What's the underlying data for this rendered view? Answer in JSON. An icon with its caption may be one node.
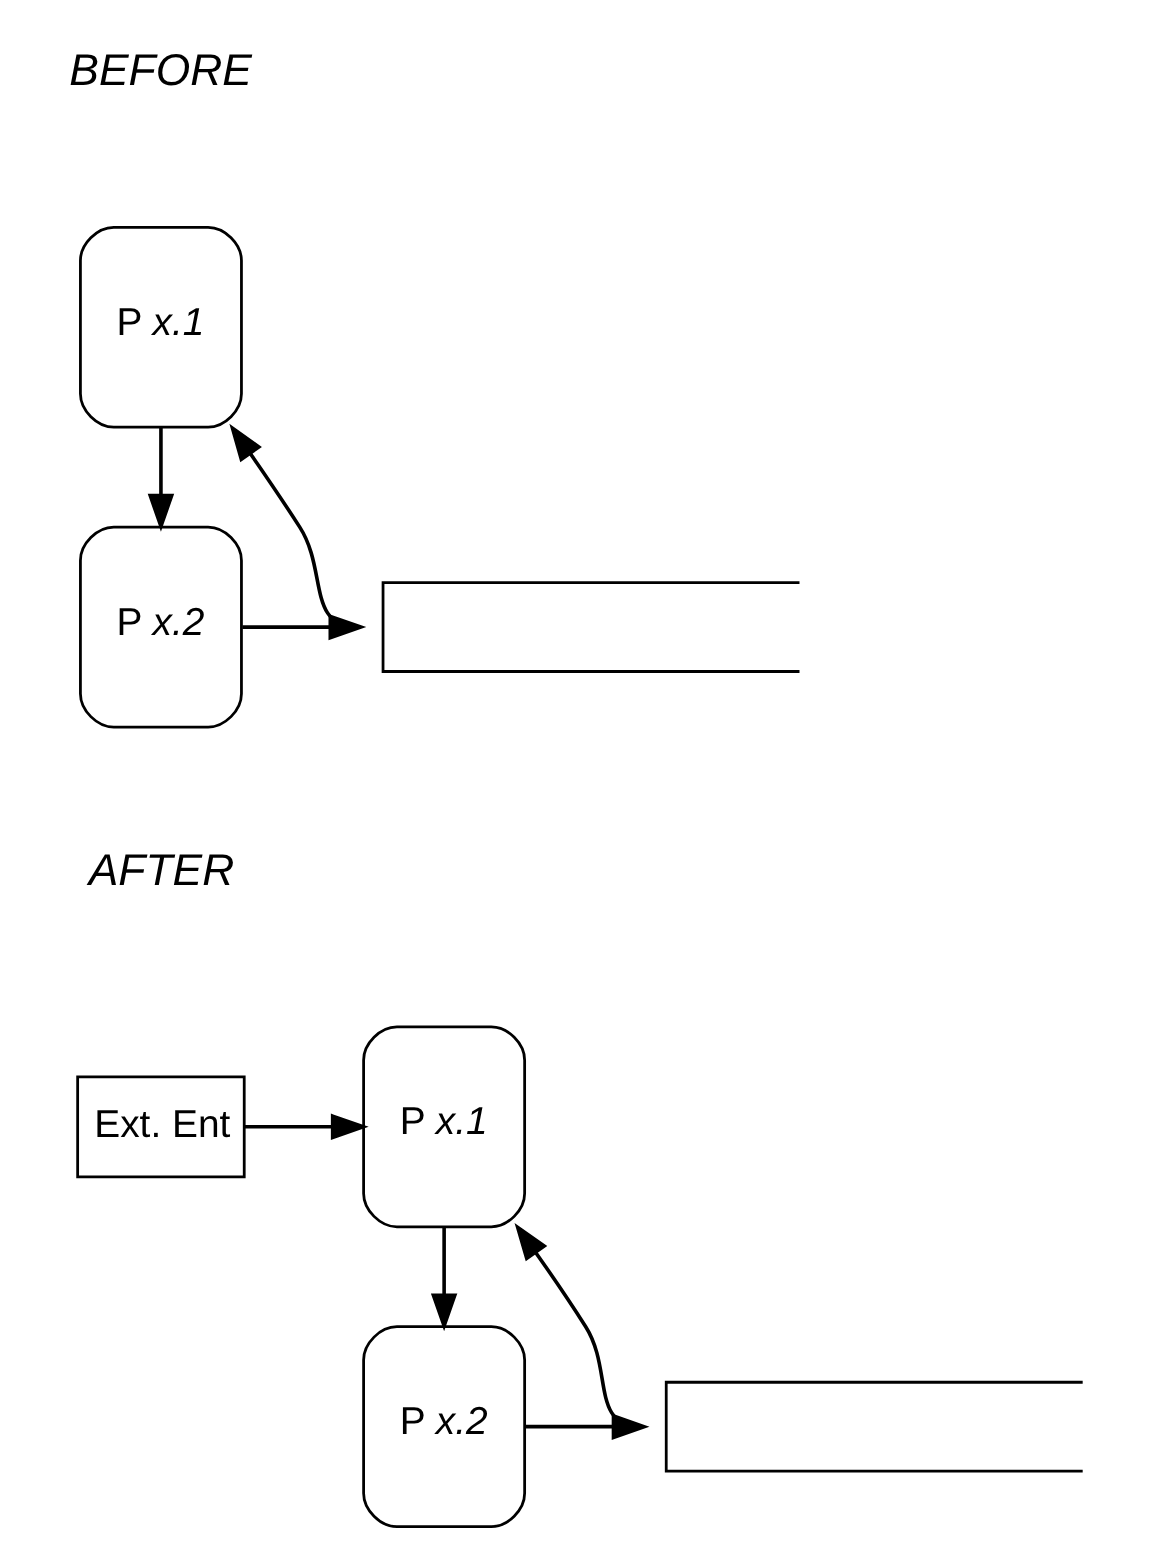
{
  "diagram": {
    "nodes": [
      {
        "text": [
          "P *x.1*"
        ]
      },
      {
        "text": [
          "P *x.2*"
        ]
      },
      {
        "text": [],
        "shape": "box"
      },
      {
        "text": [
          "Ext. Ent"
        ]
      },
      {
        "text": [
          "P *x.1*"
        ]
      },
      {
        "text": [
          "P *x.2*"
        ]
      },
      {
        "text": [],
        "shape": "box"
      }
    ],
    "edges": [
      {
        "from": 0,
        "to": 1,
        "arrow": "to"
      },
      {
        "from": 2,
        "to": 0,
        "arrow": "to"
      },
      {
        "from": 1,
        "to": 2,
        "arrow": "to"
      },
      {
        "from": 3,
        "to": 4,
        "arrow": "to"
      },
      {
        "from": 4,
        "to": 5,
        "arrow": "to"
      },
      {
        "from": 6,
        "to": 4,
        "arrow": "to"
      },
      {
        "from": 5,
        "to": 6,
        "arrow": "to"
      }
    ],
    "labels": [
      "BEFORE",
      "AFTER"
    ]
  }
}
